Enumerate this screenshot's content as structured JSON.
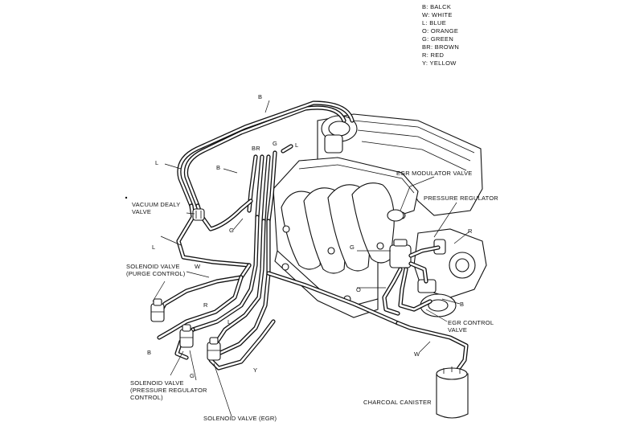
{
  "legend": [
    "B: BALCK",
    "W: WHITE",
    "L: BLUE",
    "O: ORANGE",
    "G: GREEN",
    "BR: BROWN",
    "R: RED",
    "Y: YELLOW"
  ],
  "labels": {
    "egr_modulator_valve": "EGR MODULATOR VALVE",
    "pressure_regulator": "PRESSURE REGULATOR",
    "vacuum_delay_valve_1": "VACUUM DEALY",
    "vacuum_delay_valve_2": "VALVE",
    "solenoid_purge_1": "SOLENOID VALVE",
    "solenoid_purge_2": "(PURGE CONTROL)",
    "egr_control_valve_1": "EGR CONTROL",
    "egr_control_valve_2": "VALVE",
    "solenoid_pr_1": "SOLENOID VALVE",
    "solenoid_pr_2": "(PRESSURE REGULATOR",
    "solenoid_pr_3": "CONTROL)",
    "charcoal_canister": "CHARCOAL CANISTER",
    "solenoid_egr": "SOLENOID VALVE (EGR)"
  },
  "hose_codes": {
    "b_top": "B",
    "br": "BR",
    "g_top": "G",
    "l_top": "L",
    "b_left": "B",
    "l_left_upper": "L",
    "g_mid": "G",
    "l_left_lower": "L",
    "w_mid": "W",
    "r_mid": "R",
    "l_mid": "L",
    "b_bottom": "B",
    "g_bottom": "G",
    "y_bottom": "Y",
    "g_right": "G",
    "o_right": "O",
    "b_right": "B",
    "r_right": "R",
    "w_right": "W"
  }
}
